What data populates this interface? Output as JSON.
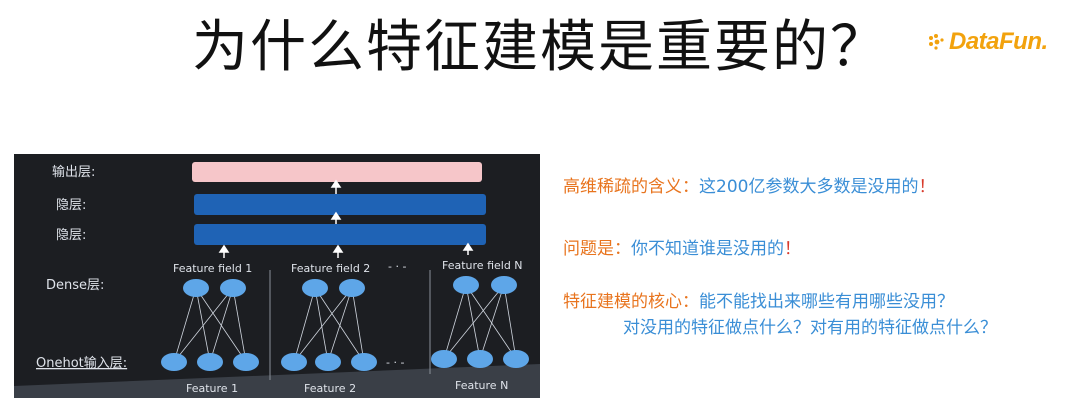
{
  "title": "为什么特征建模是重要的？",
  "logo": {
    "text": "DataFun.",
    "color": "#f2a20d"
  },
  "diagram": {
    "layers": {
      "output": "输出层:",
      "hidden1": "隐层:",
      "hidden2": "隐层:",
      "dense": "Dense层:",
      "onehot": "Onehot输入层:"
    },
    "fields": [
      "Feature field 1",
      "Feature field 2",
      "Feature field N"
    ],
    "features": [
      "Feature 1",
      "Feature 2",
      "Feature N"
    ],
    "ellipsis": "- · -",
    "colors": {
      "output_bar": "#f6c6c9",
      "hidden_bar": "#1f63b5",
      "node": "#5ea6e8",
      "edge": "#cfd5de"
    }
  },
  "points": [
    {
      "lead": "高维稀疏的含义：",
      "body": "这200亿参数大多数是没用的",
      "end": "！"
    },
    {
      "lead": "问题是：",
      "body": "你不知道谁是没用的",
      "end": "！"
    },
    {
      "lead": "特征建模的核心：",
      "body": "能不能找出来哪些有用哪些没用？",
      "body2": "对没用的特征做点什么？对有用的特征做点什么？"
    }
  ]
}
